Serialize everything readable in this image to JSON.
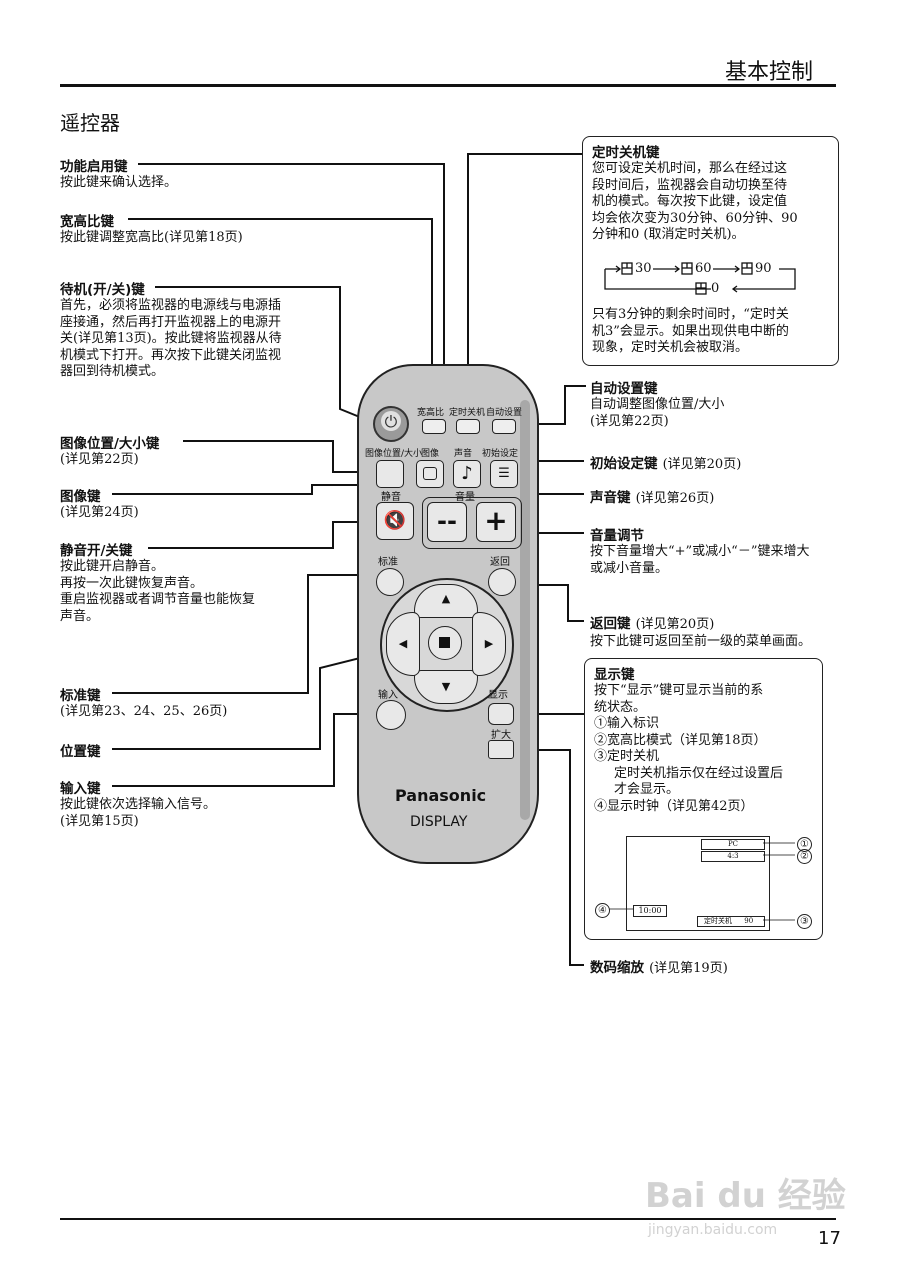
{
  "header": {
    "section": "基本控制",
    "page_number": "17"
  },
  "title": "遥控器",
  "left_items": [
    {
      "label": "功能启用键",
      "desc": [
        "按此键来确认选择。"
      ]
    },
    {
      "label": "宽高比键",
      "desc": [
        "按此键调整宽高比(详见第18页)"
      ]
    },
    {
      "label": "待机(开/关)键",
      "desc": [
        "首先，必须将监视器的电源线与电源插",
        "座接通，然后再打开监视器上的电源开",
        "关(详见第13页)。按此键将监视器从待",
        "机模式下打开。再次按下此键关闭监视",
        "器回到待机模式。"
      ]
    },
    {
      "label": "图像位置/大小键",
      "desc": [
        "(详见第22页)"
      ]
    },
    {
      "label": "图像键",
      "desc": [
        "(详见第24页)"
      ]
    },
    {
      "label": "静音开/关键",
      "desc": [
        "按此键开启静音。",
        "再按一次此键恢复声音。",
        "重启监视器或者调节音量也能恢复",
        "声音。"
      ]
    },
    {
      "label": "标准键",
      "desc": [
        "(详见第23、24、25、26页)"
      ]
    },
    {
      "label": "位置键",
      "desc": []
    },
    {
      "label": "输入键",
      "desc": [
        "按此键依次选择输入信号。",
        "(详见第15页)"
      ]
    }
  ],
  "timer_box": {
    "label": "定时关机键",
    "desc": [
      "您可设定关机时间，那么在经过这",
      "段时间后，监视器会自动切换至待",
      "机的模式。每次按下此键，设定值",
      "均会依次变为30分钟、60分钟、90",
      "分钟和0 (取消定时关机)。"
    ],
    "cycle": [
      "30",
      "60",
      "90",
      "0"
    ],
    "note": [
      "只有3分钟的剩余时间时，“定时关",
      "机3”会显示。如果出现供电中断的",
      "现象，定时关机会被取消。"
    ]
  },
  "right_items": [
    {
      "label": "自动设置键",
      "desc": [
        "自动调整图像位置/大小",
        "(详见第22页)"
      ]
    },
    {
      "label": "初始设定键",
      "inline": "(详见第20页)",
      "desc": []
    },
    {
      "label": "声音键",
      "inline": "(详见第26页)",
      "desc": []
    },
    {
      "label": "音量调节",
      "desc": [
        "按下音量增大“+”或减小“－”键来增大",
        "或减小音量。"
      ]
    },
    {
      "label": "返回键",
      "inline": "(详见第20页)",
      "desc": [
        "按下此键可返回至前一级的菜单画面。"
      ]
    },
    {
      "label": "数码缩放",
      "inline": "(详见第19页)",
      "desc": []
    }
  ],
  "display_box": {
    "label": "显示键",
    "desc": [
      "按下“显示”键可显示当前的系",
      "统状态。"
    ],
    "list": [
      {
        "n": "①",
        "text": "输入标识"
      },
      {
        "n": "②",
        "text": "宽高比模式（详见第18页）"
      },
      {
        "n": "③",
        "text": "定时关机"
      },
      {
        "n": "",
        "text": "定时关机指示仅在经过设置后"
      },
      {
        "n": "",
        "text": "才会显示。"
      },
      {
        "n": "④",
        "text": "显示时钟（详见第42页）"
      }
    ],
    "screen": {
      "input": "PC",
      "aspect": "4:3",
      "clock": "10:00",
      "timer_label": "定时关机",
      "timer_value": "90",
      "markers": [
        "①",
        "②",
        "③",
        "④"
      ]
    }
  },
  "remote": {
    "labels": {
      "aspect": "宽高比",
      "timer": "定时关机",
      "auto": "自动设置",
      "picpos": "图像位置/大小",
      "picture": "图像",
      "sound": "声音",
      "setup": "初始设定",
      "mute": "静音",
      "volume": "音量",
      "normal": "标准",
      "return": "返回",
      "input": "输入",
      "display": "显示",
      "zoom": "扩大"
    },
    "brand": "Panasonic",
    "model": "DISPLAY",
    "vol_minus": "--",
    "vol_plus": "+",
    "up": "▲",
    "down": "▼",
    "left": "◀",
    "right": "▶",
    "sound_icon": "♪",
    "mute_icon": "🔇",
    "power_icon": "⏻",
    "setup_icon": "☰"
  },
  "watermark": {
    "brand": "Bai du 经验",
    "url": "jingyan.baidu.com"
  },
  "colors": {
    "text": "#111111",
    "remote_body": "#c8c8c8",
    "button": "#e8e8e8",
    "watermark": "#d2d2d2"
  }
}
